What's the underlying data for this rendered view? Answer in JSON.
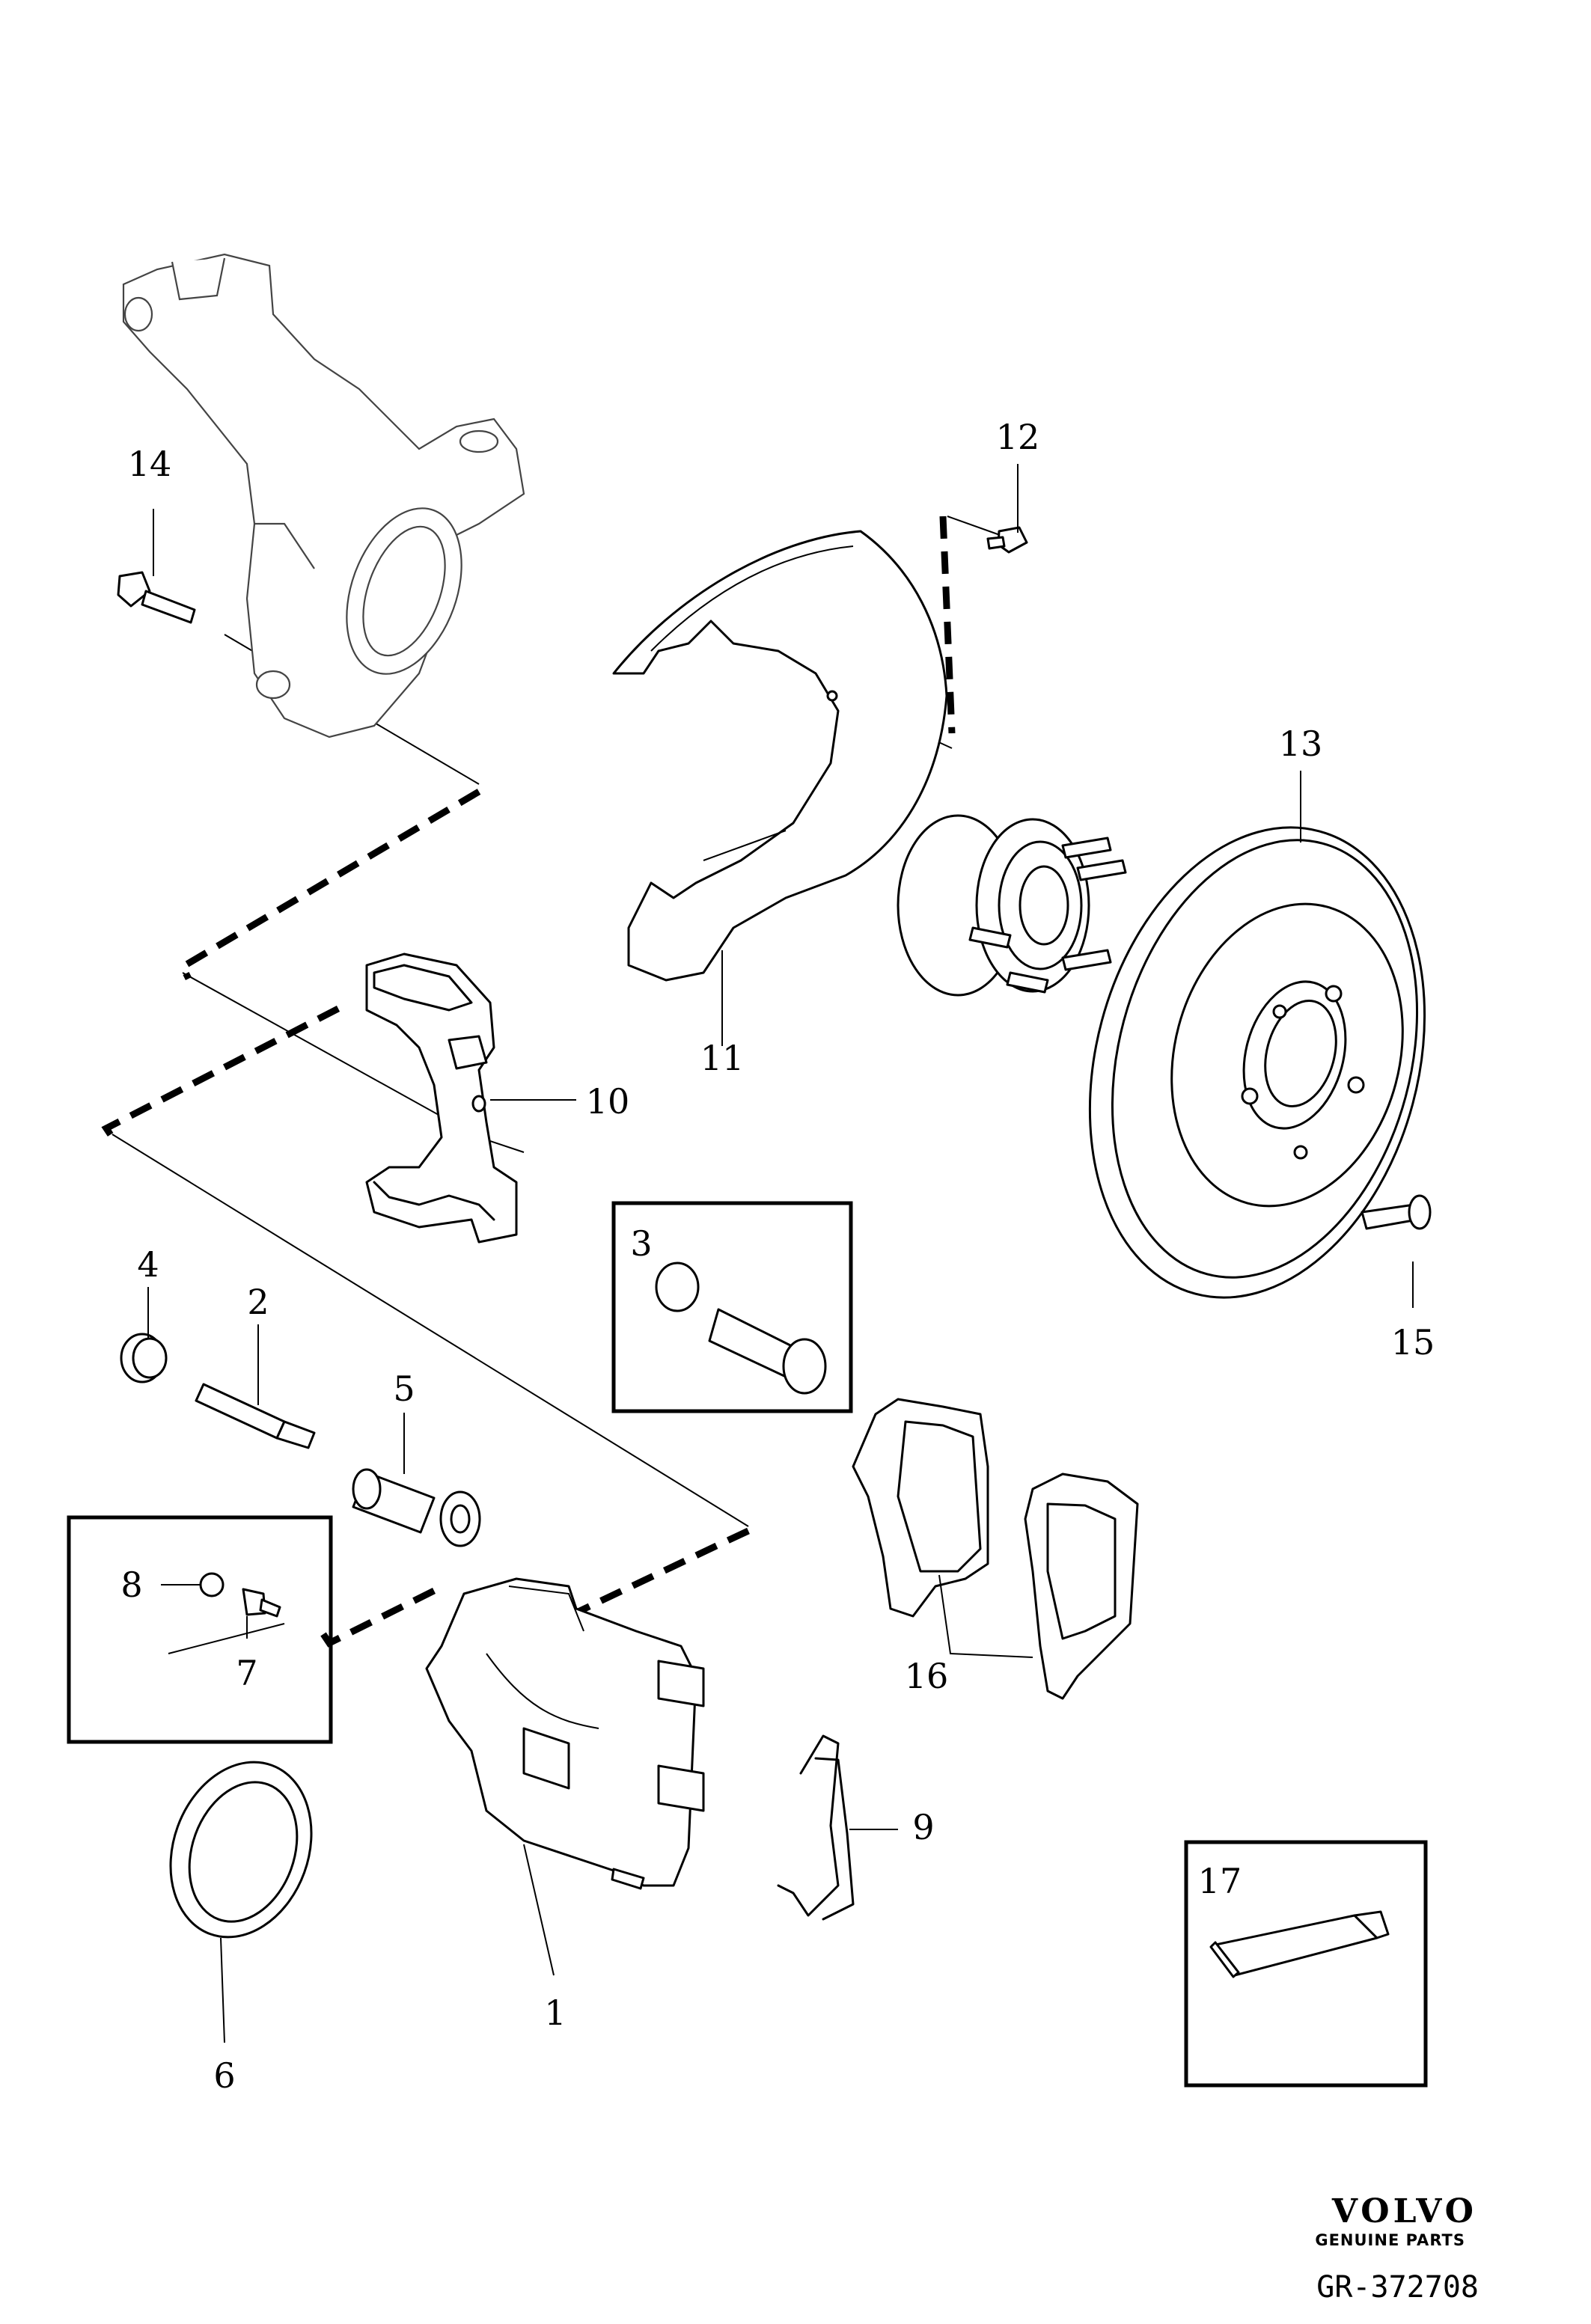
{
  "diagram": {
    "callouts": {
      "p1": "1",
      "p2": "2",
      "p3": "3",
      "p4": "4",
      "p5": "5",
      "p6": "6",
      "p7": "7",
      "p8": "8",
      "p9": "9",
      "p10": "10",
      "p11": "11",
      "p12": "12",
      "p13": "13",
      "p14": "14",
      "p15": "15",
      "p16": "16",
      "p17": "17"
    },
    "brand": {
      "logo": "VOLVO",
      "tagline": "GENUINE PARTS"
    },
    "drawing_number": "GR-372708"
  }
}
